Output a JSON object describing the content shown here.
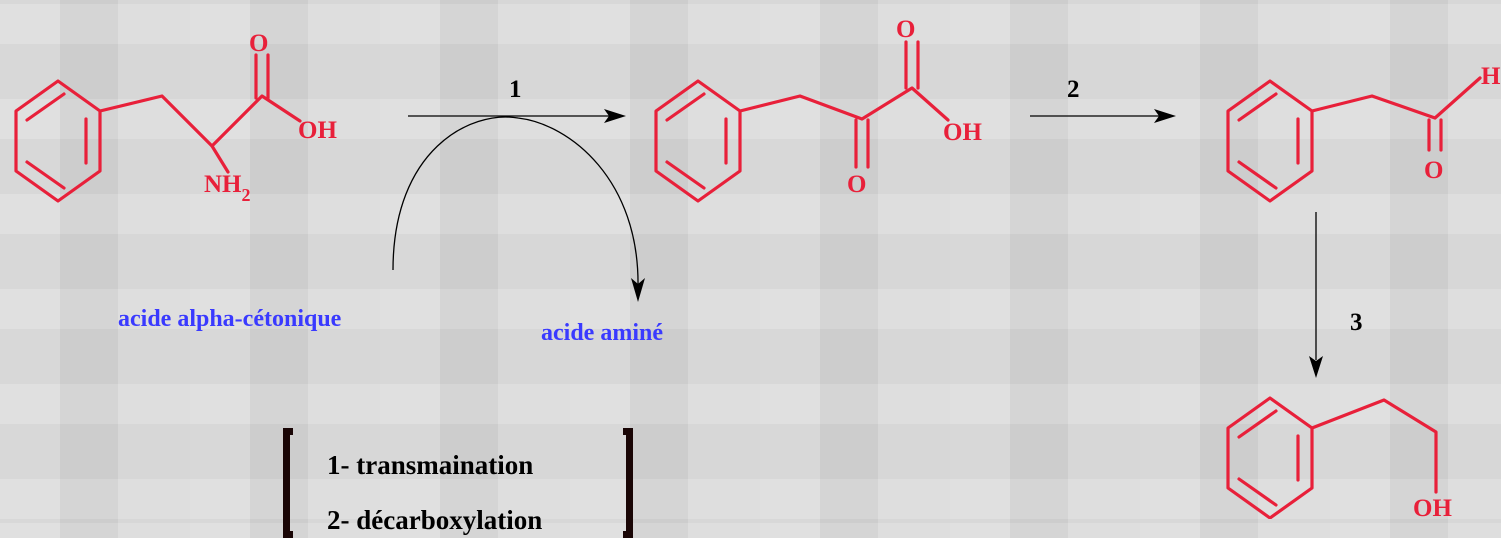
{
  "atoms": {
    "o": "O",
    "oh": "OH",
    "nh": "NH",
    "sub2": "2",
    "h": "H"
  },
  "steps": [
    "1",
    "2",
    "3"
  ],
  "labels": {
    "keto_acid": "acide alpha-cétonique",
    "amino_acid": "acide aminé"
  },
  "legend": {
    "item1": "1- transmaination",
    "item2": "2- décarboxylation"
  },
  "colors": {
    "structure": "#e8203a",
    "cofactor_label": "#3a3aff",
    "arrow": "#000000"
  }
}
